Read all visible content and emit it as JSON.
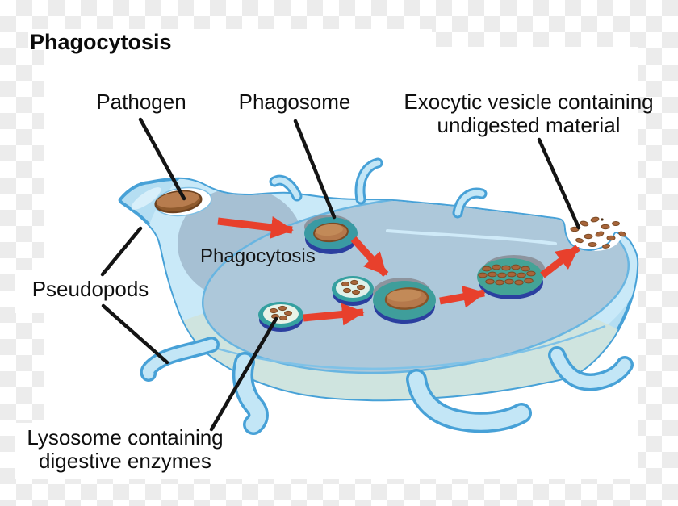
{
  "title": "Phagocytosis",
  "labels": {
    "pathogen": "Pathogen",
    "phagosome": "Phagosome",
    "exocytic_line1": "Exocytic vesicle containing",
    "exocytic_line2": "undigested material",
    "process": "Phagocytosis",
    "pseudopods": "Pseudopods",
    "lysosome_line1": "Lysosome containing",
    "lysosome_line2": "digestive enzymes"
  },
  "colors": {
    "checker_gray": "#ececec",
    "cell_outline": "#47a1d7",
    "cell_fill": "#b5def2",
    "cell_rim_light": "#c9e9f8",
    "cell_underside_teal": "#cfe4df",
    "cytoplasm": "#adc8da",
    "cytoplasm_pocket": "#a6c0d3",
    "arrow_red": "#e8402c",
    "pointer_line_black": "#141414",
    "vesicle_teal": "#3a9aa3",
    "vesicle_dark_blue": "#2b3f9f",
    "vesicle_gray_crescent": "#8d949e",
    "lysosome_interior": "#e9f3e8",
    "pathogen_brown": "#b5794c",
    "pathogen_brown_dark": "#8f5a2d",
    "pathogen_outline": "#6e421f",
    "label_text": "#0f0f0f"
  }
}
